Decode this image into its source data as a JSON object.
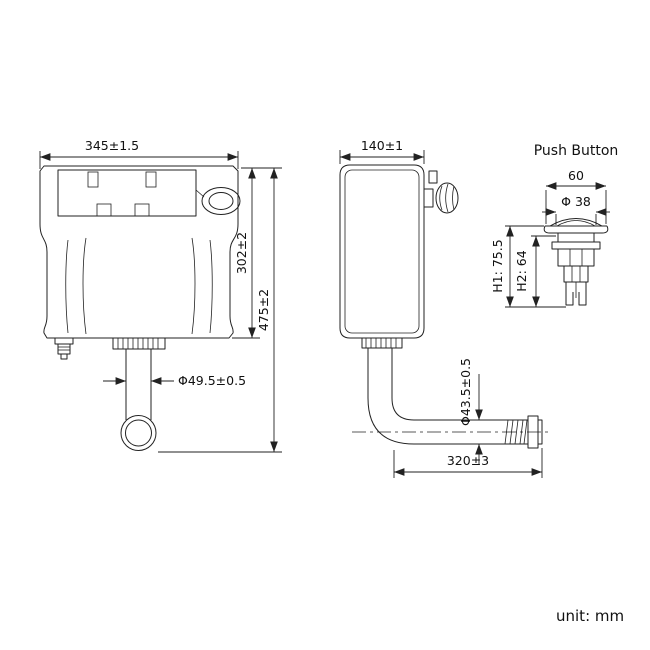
{
  "views": {
    "front": {
      "width_dim": "345±1.5",
      "body_height_dim": "302±2",
      "total_height_dim": "475±2",
      "outlet_dia_dim": "Φ49.5±0.5"
    },
    "side": {
      "depth_dim": "140±1",
      "pipe_dia_dim": "Φ43.5±0.5",
      "pipe_length_dim": "320±3"
    },
    "button": {
      "title": "Push Button",
      "width_dim": "60",
      "dia_dim": "Φ 38",
      "h1_dim": "H1: 75.5",
      "h2_dim": "H2: 64"
    }
  },
  "footer": {
    "unit_label": "unit: mm"
  },
  "colors": {
    "line": "#222222",
    "background": "#ffffff"
  }
}
